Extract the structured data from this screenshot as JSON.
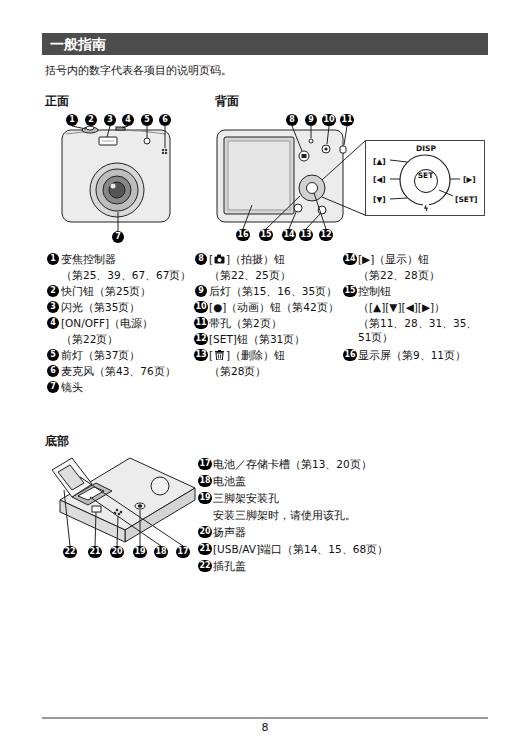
{
  "diagram": {
    "title": "一般指南",
    "nodes": [
      {
        "text": [
          "DISP",
          "[▲]",
          "[◀]",
          "[▶]",
          "[▼]",
          "[SET]",
          "ϟ"
        ]
      },
      {
        "text": [
          "SET"
        ],
        "in": 0
      }
    ],
    "labels": [
      "括号内的数字代表各项目的说明页码。",
      "正面",
      "背面",
      "1",
      "2",
      "3",
      "4",
      "5",
      "6",
      "7",
      "8",
      "9",
      "10",
      "11",
      "16",
      "15",
      "14",
      "13",
      "12",
      "1",
      "变焦控制器",
      "（第25、39、67、67页）",
      "2",
      "快门钮（第25页）",
      "3",
      "闪光（第35页）",
      "4",
      "[ON/OFF]（电源）",
      "（第22页）",
      "5",
      "前灯（第37页）",
      "6",
      "麦克风（第43、76页）",
      "7",
      "镜头",
      "8",
      "[",
      "]（拍摄）钮",
      "（第22、25页）",
      "9",
      "后灯（第15、16、35页）",
      "10",
      "[●]（动画）钮（第42页）",
      "11",
      "带孔（第2页）",
      "12",
      "[SET]钮（第31页）",
      "13",
      "[",
      "]（删除）钮",
      "（第28页）",
      "14",
      "[▶]（显示）钮",
      "（第22、28页）",
      "15",
      "控制钮",
      "（[▲][▼][◀][▶]）",
      "（第11、28、31、35、51页）",
      "16",
      "显示屏（第9、11页）",
      "底部",
      "22",
      "21",
      "20",
      "19",
      "18",
      "17",
      "17",
      "电池／存储卡槽（第13、20页）",
      "18",
      "电池盖",
      "19",
      "三脚架安装孔",
      "安装三脚架时，请使用该孔。",
      "20",
      "扬声器",
      "21",
      "[USB/AV]端口（第14、15、68页）",
      "22",
      "插孔盖",
      "8"
    ]
  }
}
